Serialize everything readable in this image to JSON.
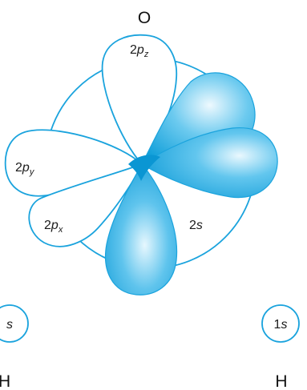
{
  "atoms": {
    "oxygen": "O",
    "hydrogen_left": "H",
    "hydrogen_right": "H"
  },
  "orbitals": {
    "p_z": {
      "prefix": "2",
      "letter": "p",
      "sub": "z"
    },
    "p_y": {
      "prefix": "2",
      "letter": "p",
      "sub": "y"
    },
    "p_x": {
      "prefix": "2",
      "letter": "p",
      "sub": "x"
    },
    "s2": {
      "prefix": "2",
      "letter": "s"
    },
    "h_left_1s": {
      "letter": "s"
    },
    "h_right_1s": {
      "prefix": "1",
      "letter": "s"
    }
  },
  "colors": {
    "outline": "#1aa3dd",
    "fill_light": "#e4f6fd",
    "fill_mid": "#5cc3ec",
    "fill_dark": "#0f9bd7"
  }
}
